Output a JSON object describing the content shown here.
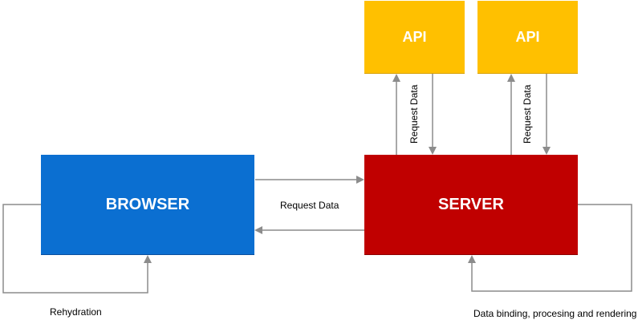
{
  "colors": {
    "browser": "#0b6fd1",
    "server": "#c00000",
    "api": "#ffc000",
    "connector": "#8c8c8c"
  },
  "nodes": {
    "browser": "BROWSER",
    "server": "SERVER",
    "api_1": "API",
    "api_2": "API"
  },
  "labels": {
    "request_main": "Request Data",
    "request_api_1": "Request Data",
    "request_api_2": "Request Data",
    "rehydration": "Rehydration",
    "server_loop": "Data binding, procesing and rendering"
  }
}
